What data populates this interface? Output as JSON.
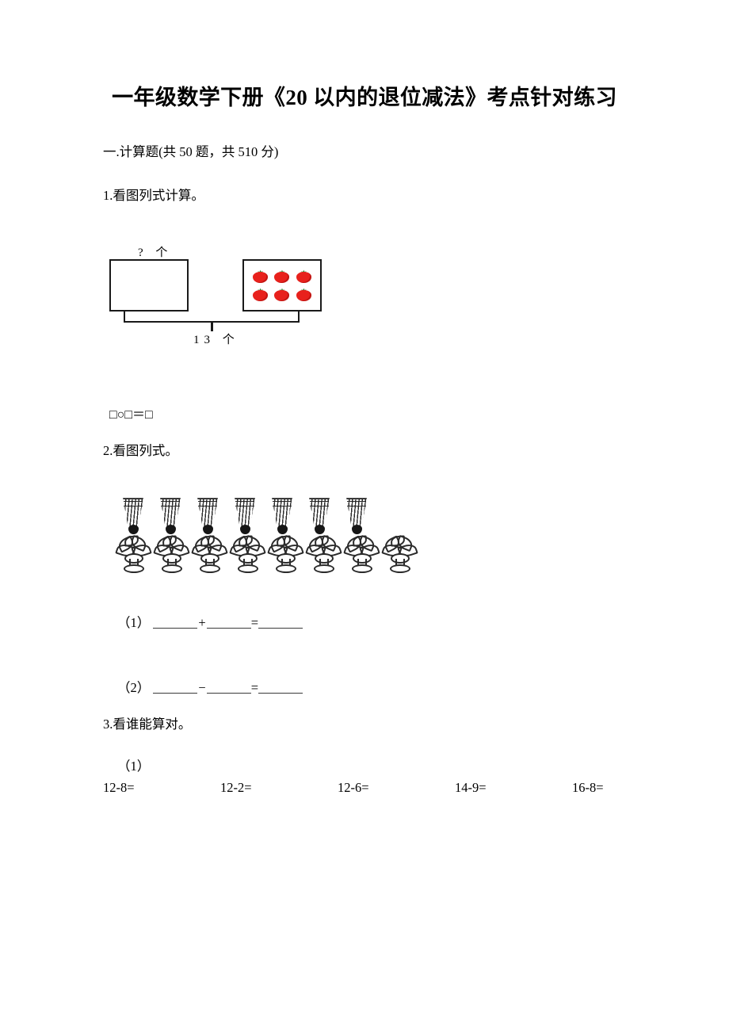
{
  "document": {
    "title": "一年级数学下册《20 以内的退位减法》考点针对练习",
    "section_heading": "一.计算题(共 50 题，共 510 分)"
  },
  "questions": [
    {
      "number": "1.",
      "stem": "1.看图列式计算。",
      "figure": {
        "type": "part-whole-boxes",
        "left_box_label": "? 个",
        "left_box_count": null,
        "right_box_count": 6,
        "right_box_item": "tomato",
        "total_label": "13 个",
        "total_value": 13
      },
      "answer_line": "□○□＝□"
    },
    {
      "number": "2.",
      "stem": "2.看图列式。",
      "figure": {
        "type": "object-rows",
        "rows": [
          {
            "item": "shuttlecock",
            "count": 7
          },
          {
            "item": "plant",
            "count": 8
          }
        ]
      },
      "blanks": [
        {
          "label": "（1）",
          "operator": "+"
        },
        {
          "label": "（2）",
          "operator": "−"
        }
      ]
    },
    {
      "number": "3.",
      "stem": "3.看谁能算对。",
      "sub_label": "（1）",
      "problems": [
        "12-8=",
        "12-2=",
        "12-6=",
        "14-9=",
        "16-8="
      ]
    }
  ],
  "colors": {
    "ink": "#000000",
    "tomato_red": "#e8211c",
    "tomato_stem_green": "#2f7a2a",
    "rule_gray": "#3a3a3a",
    "page_background": "#ffffff"
  }
}
